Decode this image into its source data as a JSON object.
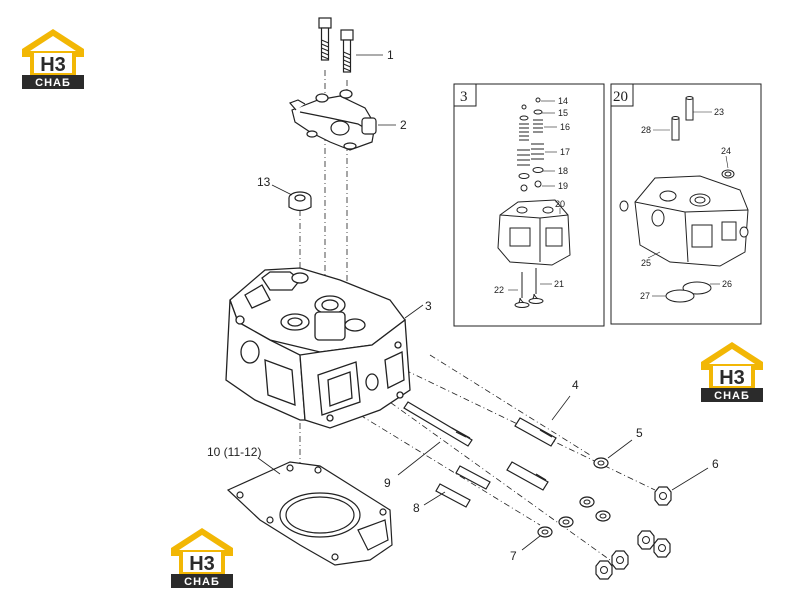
{
  "brand": {
    "mark": "H3",
    "sub": "СНАБ",
    "accent_color": "#f2b705",
    "dark_color": "#2b2b2b"
  },
  "callouts": {
    "c1": "1",
    "c2": "2",
    "c3": "3",
    "c4": "4",
    "c5": "5",
    "c6": "6",
    "c7": "7",
    "c8": "8",
    "c9": "9",
    "c10": "10 (11-12)",
    "c13": "13"
  },
  "inset_a": {
    "label": "3",
    "parts": {
      "p14": "14",
      "p15": "15",
      "p16": "16",
      "p17": "17",
      "p18": "18",
      "p19": "19",
      "p20": "20",
      "p21": "21",
      "p22": "22"
    }
  },
  "inset_b": {
    "label": "20",
    "parts": {
      "p23": "23",
      "p24": "24",
      "p25": "25",
      "p26": "26",
      "p27": "27",
      "p28": "28"
    }
  }
}
